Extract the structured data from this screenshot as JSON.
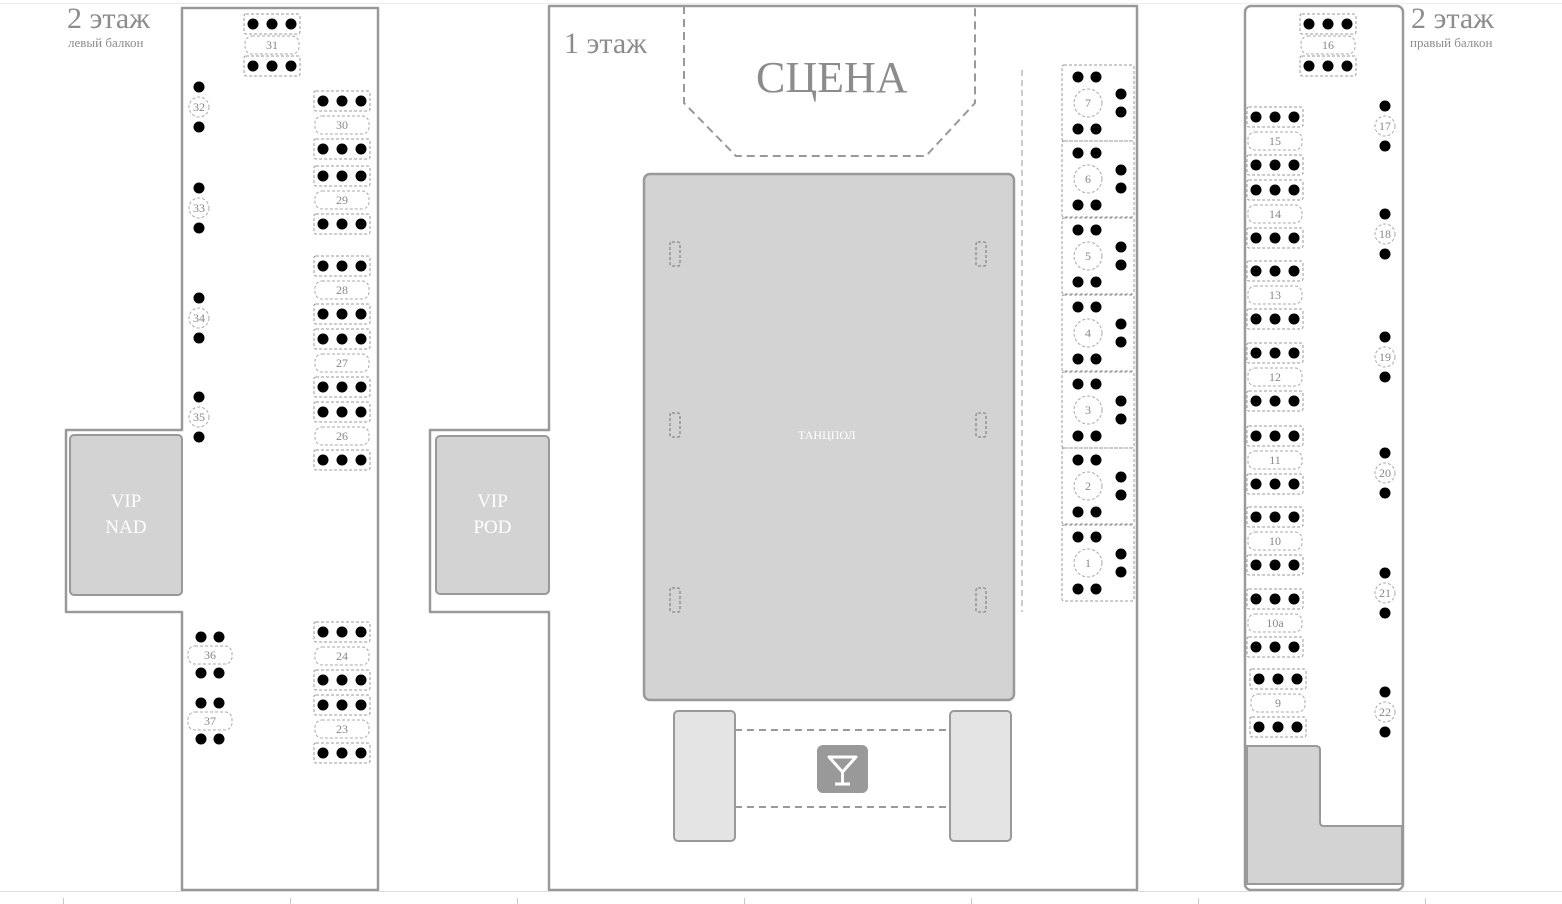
{
  "left_balcony": {
    "floor_label": "2 этаж",
    "subtitle": "левый балкон",
    "vip_label": "VIP\nNAD",
    "tables": [
      "31",
      "32",
      "30",
      "29",
      "33",
      "28",
      "34",
      "27",
      "35",
      "26",
      "36",
      "37",
      "24",
      "23"
    ]
  },
  "ground_floor": {
    "floor_label": "1 этаж",
    "stage_label": "СЦЕНА",
    "dancefloor_label": "ТАНЦПОЛ",
    "vip_label": "VIP\nPOD",
    "bar_icon": "cocktail-icon",
    "tables": [
      "7",
      "6",
      "5",
      "4",
      "3",
      "2",
      "1"
    ]
  },
  "right_balcony": {
    "floor_label": "2 этаж",
    "subtitle": "правый балкон",
    "tables": [
      "16",
      "15",
      "17",
      "14",
      "18",
      "13",
      "19",
      "12",
      "11",
      "20",
      "10",
      "21",
      "10а",
      "9",
      "22"
    ]
  },
  "colors": {
    "wall": "#999999",
    "zone_fill": "#d3d3d3",
    "seat": "#000000",
    "label": "#8c8c8c"
  }
}
